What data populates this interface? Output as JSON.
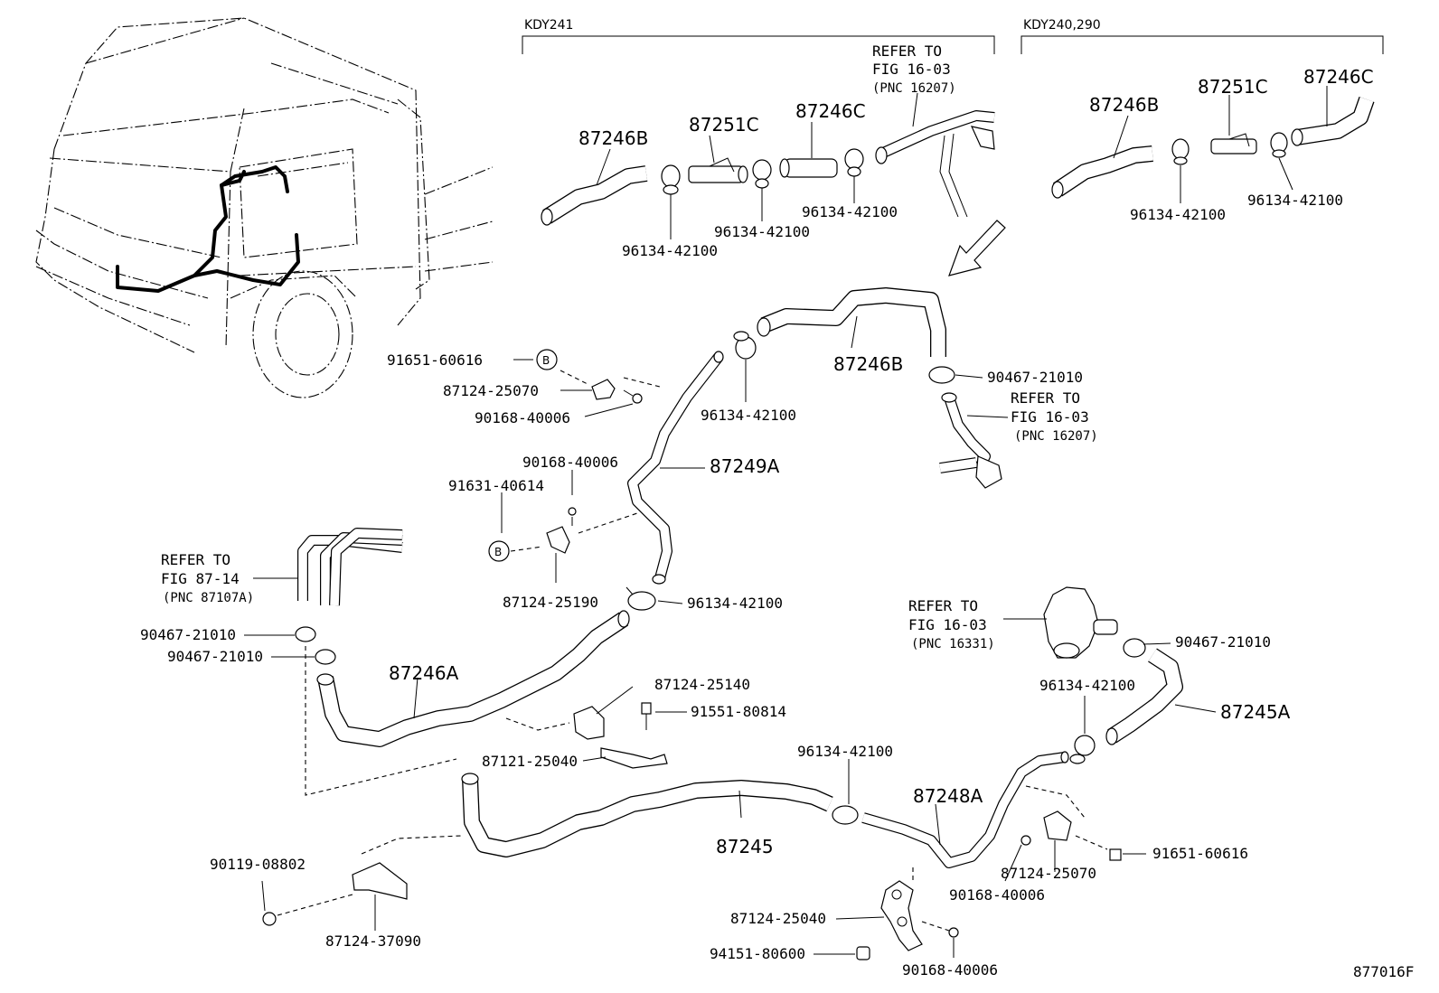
{
  "headers": {
    "kdy241": "KDY241",
    "kdy240": "KDY240,290"
  },
  "figure_code": "877016F",
  "refer": {
    "r1_l1": "REFER TO",
    "r1_l2": "FIG 16-03",
    "r1_l3": "(PNC 16207)",
    "r2_l1": "REFER TO",
    "r2_l2": "FIG 16-03",
    "r2_l3": "(PNC 16207)",
    "r3_l1": "REFER TO",
    "r3_l2": "FIG 87-14",
    "r3_l3": "(PNC 87107A)",
    "r4_l1": "REFER TO",
    "r4_l2": "FIG 16-03",
    "r4_l3": "(PNC 16331)"
  },
  "callout_circle": "B",
  "labels": {
    "a1": "87246B",
    "a2": "87251C",
    "a3": "87246C",
    "a4": "96134-42100",
    "a5": "96134-42100",
    "a6": "96134-42100",
    "b1": "87246B",
    "b2": "87251C",
    "b3": "87246C",
    "b4": "96134-42100",
    "b5": "96134-42100",
    "m1": "87246B",
    "m2": "96134-42100",
    "m3": "90467-21010",
    "m4": "91651-60616",
    "m5": "87124-25070",
    "m6": "90168-40006",
    "m7": "90168-40006",
    "m8": "87249A",
    "m9": "91631-40614",
    "m10": "87124-25190",
    "m11": "96134-42100",
    "l1": "90467-21010",
    "l2": "90467-21010",
    "l3": "87246A",
    "l4": "87124-25140",
    "l5": "91551-80814",
    "l6": "87121-25040",
    "r1": "90467-21010",
    "r2": "96134-42100",
    "r3": "87245A",
    "o1": "96134-42100",
    "o2": "87248A",
    "o3": "87245",
    "o4": "90119-08802",
    "o5": "87124-37090",
    "o6": "87124-25040",
    "o7": "94151-80600",
    "o8": "90168-40006",
    "o9": "87124-25070",
    "o10": "90168-40006",
    "o11": "91651-60616"
  }
}
